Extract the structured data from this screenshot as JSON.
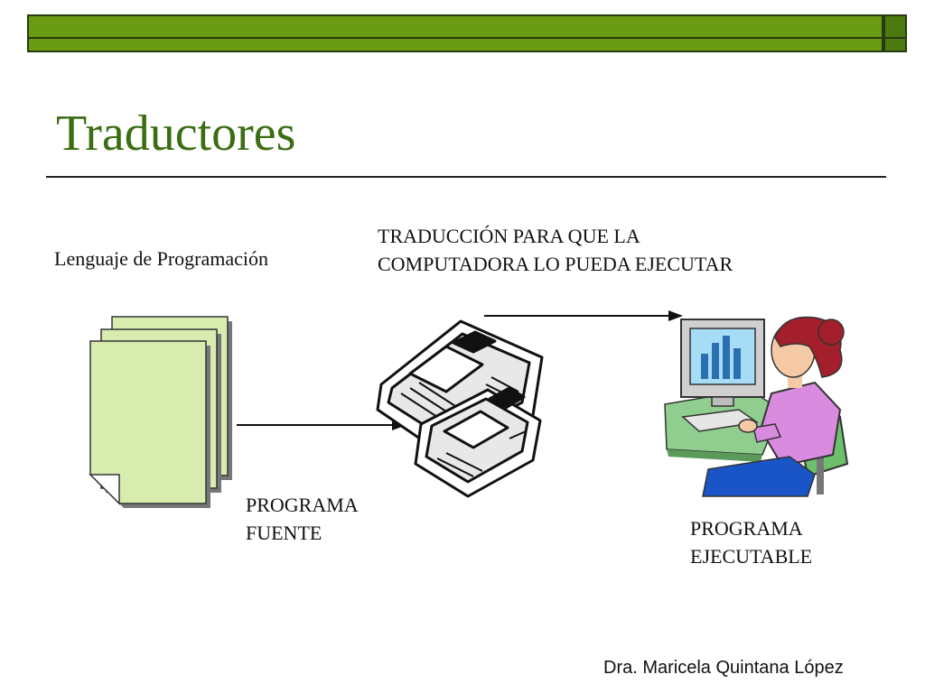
{
  "slide": {
    "title": "Traductores",
    "footer": "Dra. Maricela Quintana López",
    "accent_color": "#3b6e12",
    "bar_color": "#6a9b12"
  },
  "diagram": {
    "language_label": "Lenguaje de Programación",
    "translation_label": [
      "TRADUCCIÓN PARA QUE LA",
      "COMPUTADORA LO PUEDA EJECUTAR"
    ],
    "source_label": [
      "PROGRAMA",
      "FUENTE"
    ],
    "executable_label": [
      "PROGRAMA",
      "EJECUTABLE"
    ],
    "icons": [
      "stacked-documents-icon",
      "floppy-disks-icon",
      "woman-at-computer-icon"
    ]
  }
}
